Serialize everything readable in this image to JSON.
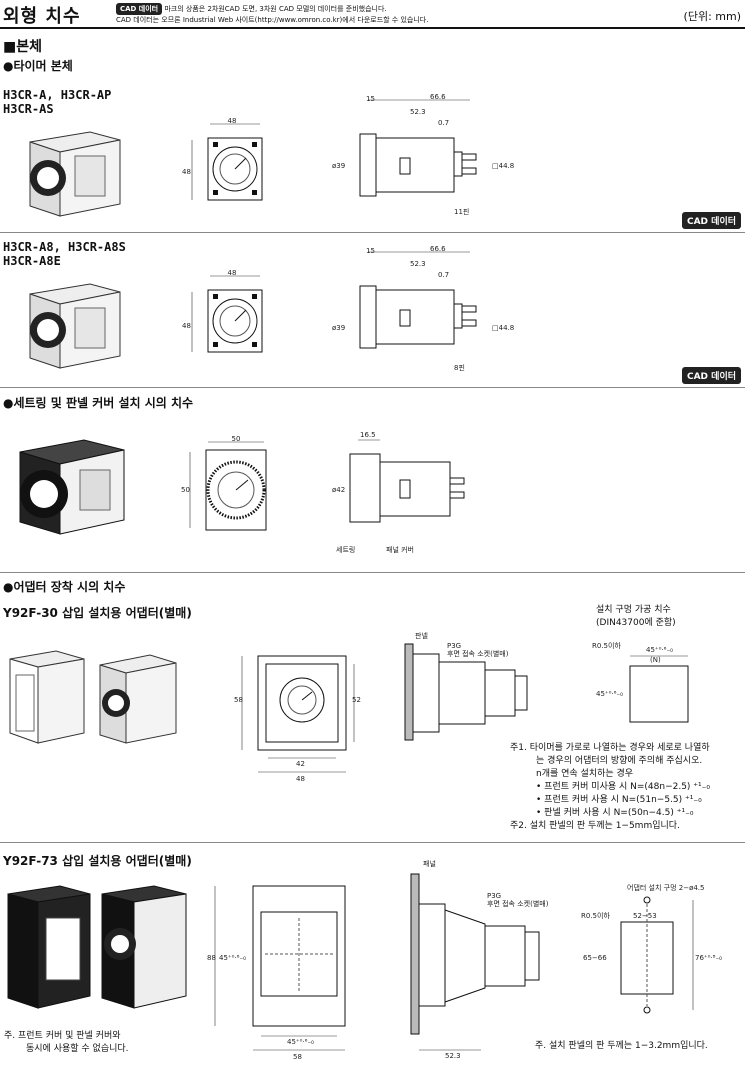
{
  "header": {
    "title": "외형 치수",
    "cad_badge": "CAD 데이터",
    "note_line1": "마크의 상품은 2차원CAD 도면, 3차원 CAD 모델의 데이터를 준비했습니다.",
    "note_line2": "CAD 데이터는 오므론 Industrial Web 사이트(http://www.omron.co.kr)에서 다운로드할 수 있습니다.",
    "unit": "(단위: mm)"
  },
  "section_main": "■본체",
  "sub_timer": "●타이머 본체",
  "block1": {
    "models": [
      "H3CR-A, H3CR-AP",
      "H3CR-AS"
    ],
    "front_w": "48",
    "front_h": "48",
    "side_total": "66.6",
    "side_a": "15",
    "side_b": "52.3",
    "side_c": "0.7",
    "dia": "ø39",
    "sq": "□44.8",
    "pins": "11핀",
    "cad_button": "CAD 데이터"
  },
  "block2": {
    "models": [
      "H3CR-A8, H3CR-A8S",
      "H3CR-A8E"
    ],
    "front_w": "48",
    "front_h": "48",
    "side_total": "66.6",
    "side_a": "15",
    "side_b": "52.3",
    "side_c": "0.7",
    "dia": "ø39",
    "sq": "□44.8",
    "pins": "8핀",
    "cad_button": "CAD 데이터"
  },
  "sub_setting": "●세트링 및 판넬 커버 설치 시의 치수",
  "block3": {
    "front_w": "50",
    "front_h": "50",
    "depth": "16.5",
    "dia": "ø42",
    "label_ring": "세트링",
    "label_cover": "패널 커버"
  },
  "sub_adapter": "●어댑터 장착 시의 치수",
  "block4": {
    "title": "Y92F-30 삽입 설치용 어댑터(별매)",
    "front_w1": "42",
    "front_w2": "48",
    "front_h1": "58",
    "front_h2": "52",
    "label_panel": "판넬",
    "label_socket_a": "P3G",
    "label_socket_b": "후면 접속 소켓(별매)",
    "cut_title": "설치 구멍 가공 치수",
    "cut_sub": "(DIN43700에 준함)",
    "cut_r": "R0.5이하",
    "cut_w": "45⁺⁰·⁶₋₀",
    "cut_n": "(N)",
    "cut_h": "45⁺⁰·⁶₋₀",
    "notes": [
      "주1.  타이머를 가로로 나열하는 경우와 세로로 나열하",
      "는 경우의 어댑터의 방향에 주의해 주십시오.",
      "n개를 연속 설치하는 경우",
      "• 프런트 커버 미사용 시 N=(48n−2.5) ⁺¹₋₀",
      "• 프런트 커버 사용 시 N=(51n−5.5) ⁺¹₋₀",
      "• 판넬 커버 사용 시 N=(50n−4.5) ⁺¹₋₀",
      "주2.  설치 판넬의 판 두께는 1−5mm입니다."
    ]
  },
  "block5": {
    "title": "Y92F-73 삽입 설치용 어댑터(별매)",
    "front_h1": "88",
    "front_h2": "45⁺⁰·⁶₋₀",
    "front_w1": "45⁺⁰·⁶₋₀",
    "front_w2": "58",
    "depth": "52.3",
    "label_panel": "패널",
    "label_socket_a": "P3G",
    "label_socket_b": "후면 접속 소켓(별매)",
    "cut_holes": "어댑터 설치 구멍 2−ø4.5",
    "cut_r": "R0.5이하",
    "cut_w": "52−53",
    "cut_h1": "65−66",
    "cut_h2": "76⁺⁰·⁸₋₀",
    "note_left": [
      "주.  프런트 커버 및 판넬 커버와",
      "동시에 사용할 수 없습니다."
    ],
    "note_right": "주.  설치 판넬의 판 두께는 1−3.2mm입니다."
  }
}
